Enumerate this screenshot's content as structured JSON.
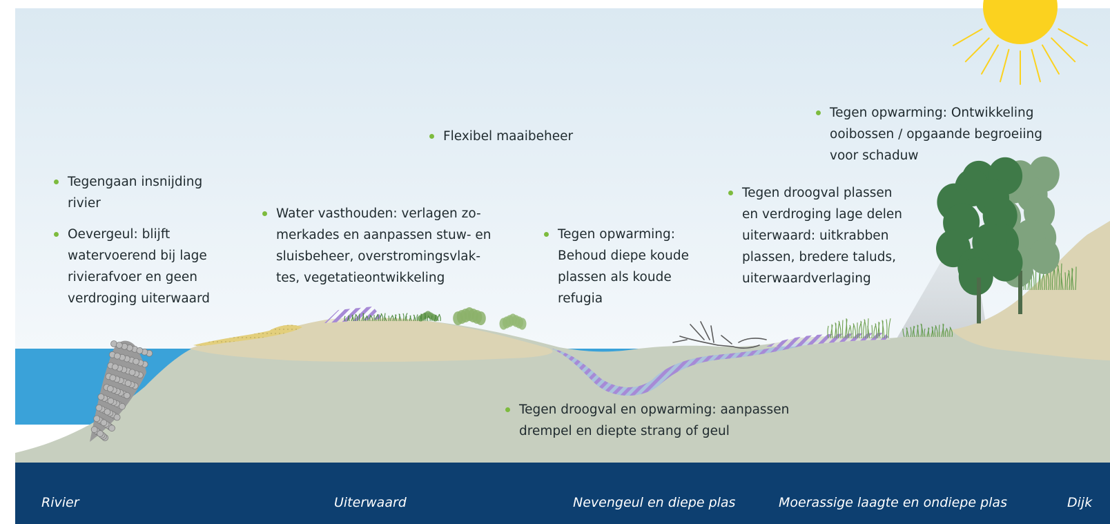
{
  "annotations": [
    {
      "id": "insnijding",
      "lines": [
        "Tegengaan insnijding",
        "rivier"
      ]
    },
    {
      "id": "oevergeul",
      "lines": [
        "Oevergeul: blijft",
        "watervoerend bij lage",
        "rivierafvoer en geen",
        "verdroging uiterwaard"
      ]
    },
    {
      "id": "water-vasthouden",
      "lines": [
        "Water vasthouden: verlagen  zo-",
        "merkades en aanpassen stuw- en",
        "sluisbeheer, overstromingsvlak-",
        "tes, vegetatieontwikkeling"
      ]
    },
    {
      "id": "maaibeheer",
      "lines": [
        "Flexibel maaibeheer"
      ]
    },
    {
      "id": "koude-plassen",
      "lines": [
        "Tegen opwarming:",
        "Behoud diepe koude",
        "plassen als koude",
        "refugia"
      ]
    },
    {
      "id": "droogval-plassen",
      "lines": [
        "Tegen droogval plassen",
        "en verdroging lage delen",
        "uiterwaard: uitkrabben",
        "plassen, bredere taluds,",
        "uiterwaardverlaging"
      ]
    },
    {
      "id": "ooibossen",
      "lines": [
        "Tegen opwarming: Ontwikkeling",
        "ooibossen / opgaande begroeiing",
        "voor schaduw"
      ]
    },
    {
      "id": "drempel",
      "lines": [
        "Tegen droogval en opwarming: aanpassen",
        "drempel en diepte strang of geul"
      ]
    }
  ],
  "zones": [
    "Rivier",
    "Uiterwaard",
    "Nevengeul en diepe plas",
    "Moerassige laagte en ondiepe plas",
    "Dijk"
  ],
  "colors": {
    "sky_top": "#dbe9f2",
    "sky_bottom": "#f4f8fb",
    "river": "#3aa2d9",
    "ground": "#c7cfbf",
    "sand": "#dcd4b4",
    "bullet": "#7dbb3e",
    "band": "#0d3f70",
    "sun": "#fbd21f",
    "hatch": "#a78ad6",
    "tree_dark": "#3f7a48",
    "tree_light": "#7fa37e"
  },
  "icons": [
    "sun-icon",
    "rock-dam-icon",
    "tree-icon",
    "reed-icon",
    "shrub-icon",
    "dead-tree-icon"
  ]
}
